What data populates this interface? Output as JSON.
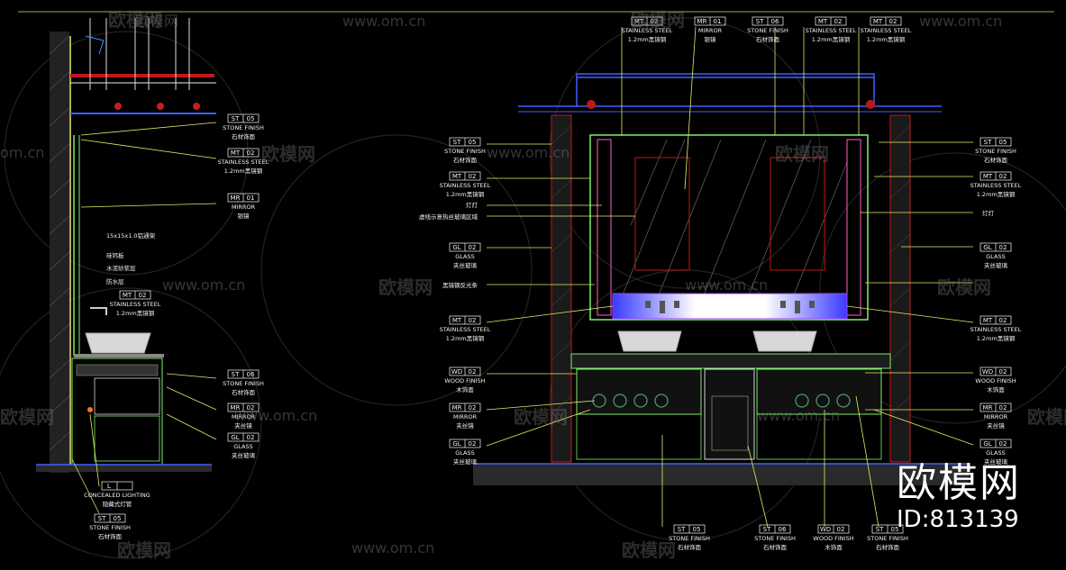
{
  "watermarks": {
    "site": "www.om.cn",
    "site_alt": "om.cn",
    "brand": "欧模网"
  },
  "brand": {
    "name": "欧模网",
    "id_text": "ID:813139"
  },
  "side_section": {
    "tags": [
      {
        "code": "ST",
        "num": "05",
        "en": "STONE FINISH",
        "cn": "石材饰面"
      },
      {
        "code": "MT",
        "num": "02",
        "en": "STAINLESS STEEL",
        "cn": "1.2mm黑镜钢"
      },
      {
        "code": "MR",
        "num": "01",
        "en": "MIRROR",
        "cn": "银镜"
      },
      {
        "code": "MT",
        "num": "02",
        "en": "STAINLESS STEEL",
        "cn": "1.2mm黑镜钢"
      },
      {
        "code": "ST",
        "num": "06",
        "en": "STONE FINISH",
        "cn": "石材饰面"
      },
      {
        "code": "MR",
        "num": "02",
        "en": "MIRROR",
        "cn": "夹丝镜"
      },
      {
        "code": "GL",
        "num": "02",
        "en": "GLASS",
        "cn": "夹丝玻璃"
      },
      {
        "code": "L",
        "num": "",
        "en": "CONCEALED LIGHTING",
        "cn": "隐藏式灯管"
      },
      {
        "code": "ST",
        "num": "05",
        "en": "STONE FINISH",
        "cn": "石材饰面"
      }
    ],
    "notes": [
      "15x15x1.0铝通架",
      "硅钙板",
      "水泥砂浆层",
      "防水层"
    ]
  },
  "elevation": {
    "top_tags": [
      {
        "code": "MT",
        "num": "02",
        "en": "STAINLESS STEEL",
        "cn": "1.2mm黑镜钢"
      },
      {
        "code": "MR",
        "num": "01",
        "en": "MIRROR",
        "cn": "银镜"
      },
      {
        "code": "ST",
        "num": "06",
        "en": "STONE FINISH",
        "cn": "石材饰面"
      },
      {
        "code": "MT",
        "num": "02",
        "en": "STAINLESS STEEL",
        "cn": "1.2mm黑镜钢"
      },
      {
        "code": "MT",
        "num": "02",
        "en": "STAINLESS STEEL",
        "cn": "1.2mm黑镜钢"
      }
    ],
    "left_tags": [
      {
        "code": "ST",
        "num": "05",
        "en": "STONE FINISH",
        "cn": "石材饰面"
      },
      {
        "code": "MT",
        "num": "02",
        "en": "STAINLESS STEEL",
        "cn": "1.2mm黑镜钢"
      },
      {
        "code": "GL",
        "num": "02",
        "en": "GLASS",
        "cn": "夹丝玻璃"
      },
      {
        "code": "MT",
        "num": "02",
        "en": "STAINLESS STEEL",
        "cn": "1.2mm黑镜钢"
      },
      {
        "code": "WD",
        "num": "02",
        "en": "WOOD FINISH",
        "cn": "木饰面"
      },
      {
        "code": "MR",
        "num": "02",
        "en": "MIRROR",
        "cn": "夹丝镜"
      },
      {
        "code": "GL",
        "num": "02",
        "en": "GLASS",
        "cn": "夹丝玻璃"
      }
    ],
    "left_notes": [
      "灯灯",
      "虚线示意热丝玻璃区域",
      "黑镜钢反光条"
    ],
    "right_tags": [
      {
        "code": "ST",
        "num": "05",
        "en": "STONE FINISH",
        "cn": "石材饰面"
      },
      {
        "code": "MT",
        "num": "02",
        "en": "STAINLESS STEEL",
        "cn": "1.2mm黑镜钢"
      },
      {
        "code": "GL",
        "num": "02",
        "en": "GLASS",
        "cn": "夹丝玻璃"
      },
      {
        "code": "MT",
        "num": "02",
        "en": "STAINLESS STEEL",
        "cn": "1.2mm黑镜钢"
      },
      {
        "code": "WD",
        "num": "02",
        "en": "WOOD FINISH",
        "cn": "木饰面"
      },
      {
        "code": "MR",
        "num": "02",
        "en": "MIRROR",
        "cn": "夹丝镜"
      },
      {
        "code": "GL",
        "num": "02",
        "en": "GLASS",
        "cn": "夹丝玻璃"
      }
    ],
    "right_notes": [
      "灯灯"
    ],
    "bottom_tags": [
      {
        "code": "ST",
        "num": "05",
        "en": "STONE FINISH",
        "cn": "石材饰面"
      },
      {
        "code": "ST",
        "num": "06",
        "en": "STONE FINISH",
        "cn": "石材饰面"
      },
      {
        "code": "WD",
        "num": "02",
        "en": "WOOD FINISH",
        "cn": "木饰面"
      },
      {
        "code": "ST",
        "num": "05",
        "en": "STONE FINISH",
        "cn": "石材饰面"
      }
    ]
  }
}
